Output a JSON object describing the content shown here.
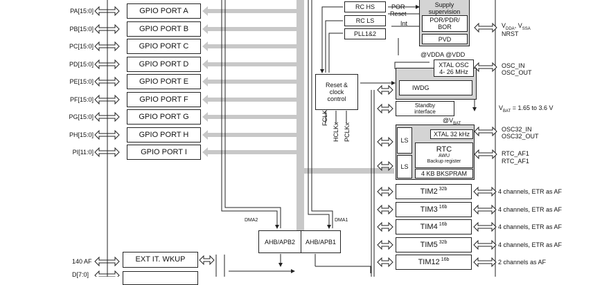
{
  "ports": {
    "pins": [
      "PA[15:0]",
      "PB[15:0]",
      "PC[15:0]",
      "PD[15:0]",
      "PE[15:0]",
      "PF[15:0]",
      "PG[15:0]",
      "PH[15:0]",
      "PI[11:0]"
    ],
    "names": [
      "GPIO PORT A",
      "GPIO PORT B",
      "GPIO PORT C",
      "GPIO PORT D",
      "GPIO PORT E",
      "GPIO PORT F",
      "GPIO PORT G",
      "GPIO PORT H",
      "GPIO PORT I"
    ]
  },
  "clocks": {
    "rc_hs": "RC HS",
    "rc_ls": "RC LS",
    "pll": "PLL1&2",
    "reset_clock": "Reset & clock control",
    "pclk": "PCLKx",
    "hclk": "HCLKx",
    "fclk": "FCLK"
  },
  "supply": {
    "title": "Supply supervision",
    "por_bor": "POR/PDR/ BOR",
    "pvd": "PVD",
    "por": "POR",
    "reset": "Reset",
    "int": "Int",
    "vdda_label": "V",
    "vdda_sub": "DDA",
    "vssa_sep": ", V",
    "vssa_sub": "SSA",
    "nrst": "NRST"
  },
  "power": {
    "vdda_vdd": "@VDDA @VDD",
    "xtal_osc": "XTAL OSC",
    "xtal_freq": "4- 26 MHz",
    "osc_in": "OSC_IN",
    "osc_out": "OSC_OUT",
    "iwdg": "IWDG",
    "standby": "Standby interface",
    "vbat_label": "V",
    "vbat_sub": "BAT",
    "vbat_range": " = 1.65 to 3.6 V",
    "at_vbat": "@V",
    "at_vbat_sub": "BAT"
  },
  "rtc": {
    "ls_top": "LS",
    "ls_bottom": "LS",
    "xtal32": "XTAL 32 kHz",
    "rtc": "RTC",
    "awu": "AWU",
    "backup": "Backup register",
    "bkspram": "4 KB BKSPRAM",
    "osc32_in": "OSC32_IN",
    "osc32_out": "OSC32_OUT",
    "rtc_af1": "RTC_AF1",
    "rtc_af1_b": "RTC_AF1"
  },
  "bus": {
    "dma2": "DMA2",
    "dma1": "DMA1",
    "ahb_apb2": "AHB/APB2",
    "ahb_apb1": "AHB/APB1"
  },
  "ext": {
    "af": "140 AF",
    "exti": "EXT IT. WKUP",
    "d_bus": "D[7:0]"
  },
  "timers": [
    {
      "name": "TIM2",
      "bits": "32b",
      "desc": "4 channels, ETR as AF"
    },
    {
      "name": "TIM3",
      "bits": "16b",
      "desc": "4 channels, ETR as AF"
    },
    {
      "name": "TIM4",
      "bits": "16b",
      "desc": "4 channels, ETR as AF"
    },
    {
      "name": "TIM5",
      "bits": "32b",
      "desc": "4 channels, ETR as AF"
    },
    {
      "name": "TIM12",
      "bits": "16b",
      "desc": "2 channels as AF"
    }
  ],
  "colors": {
    "bus_gray": "#c8c8c8",
    "line": "#222222",
    "box_gray": "#d4d4d4"
  }
}
